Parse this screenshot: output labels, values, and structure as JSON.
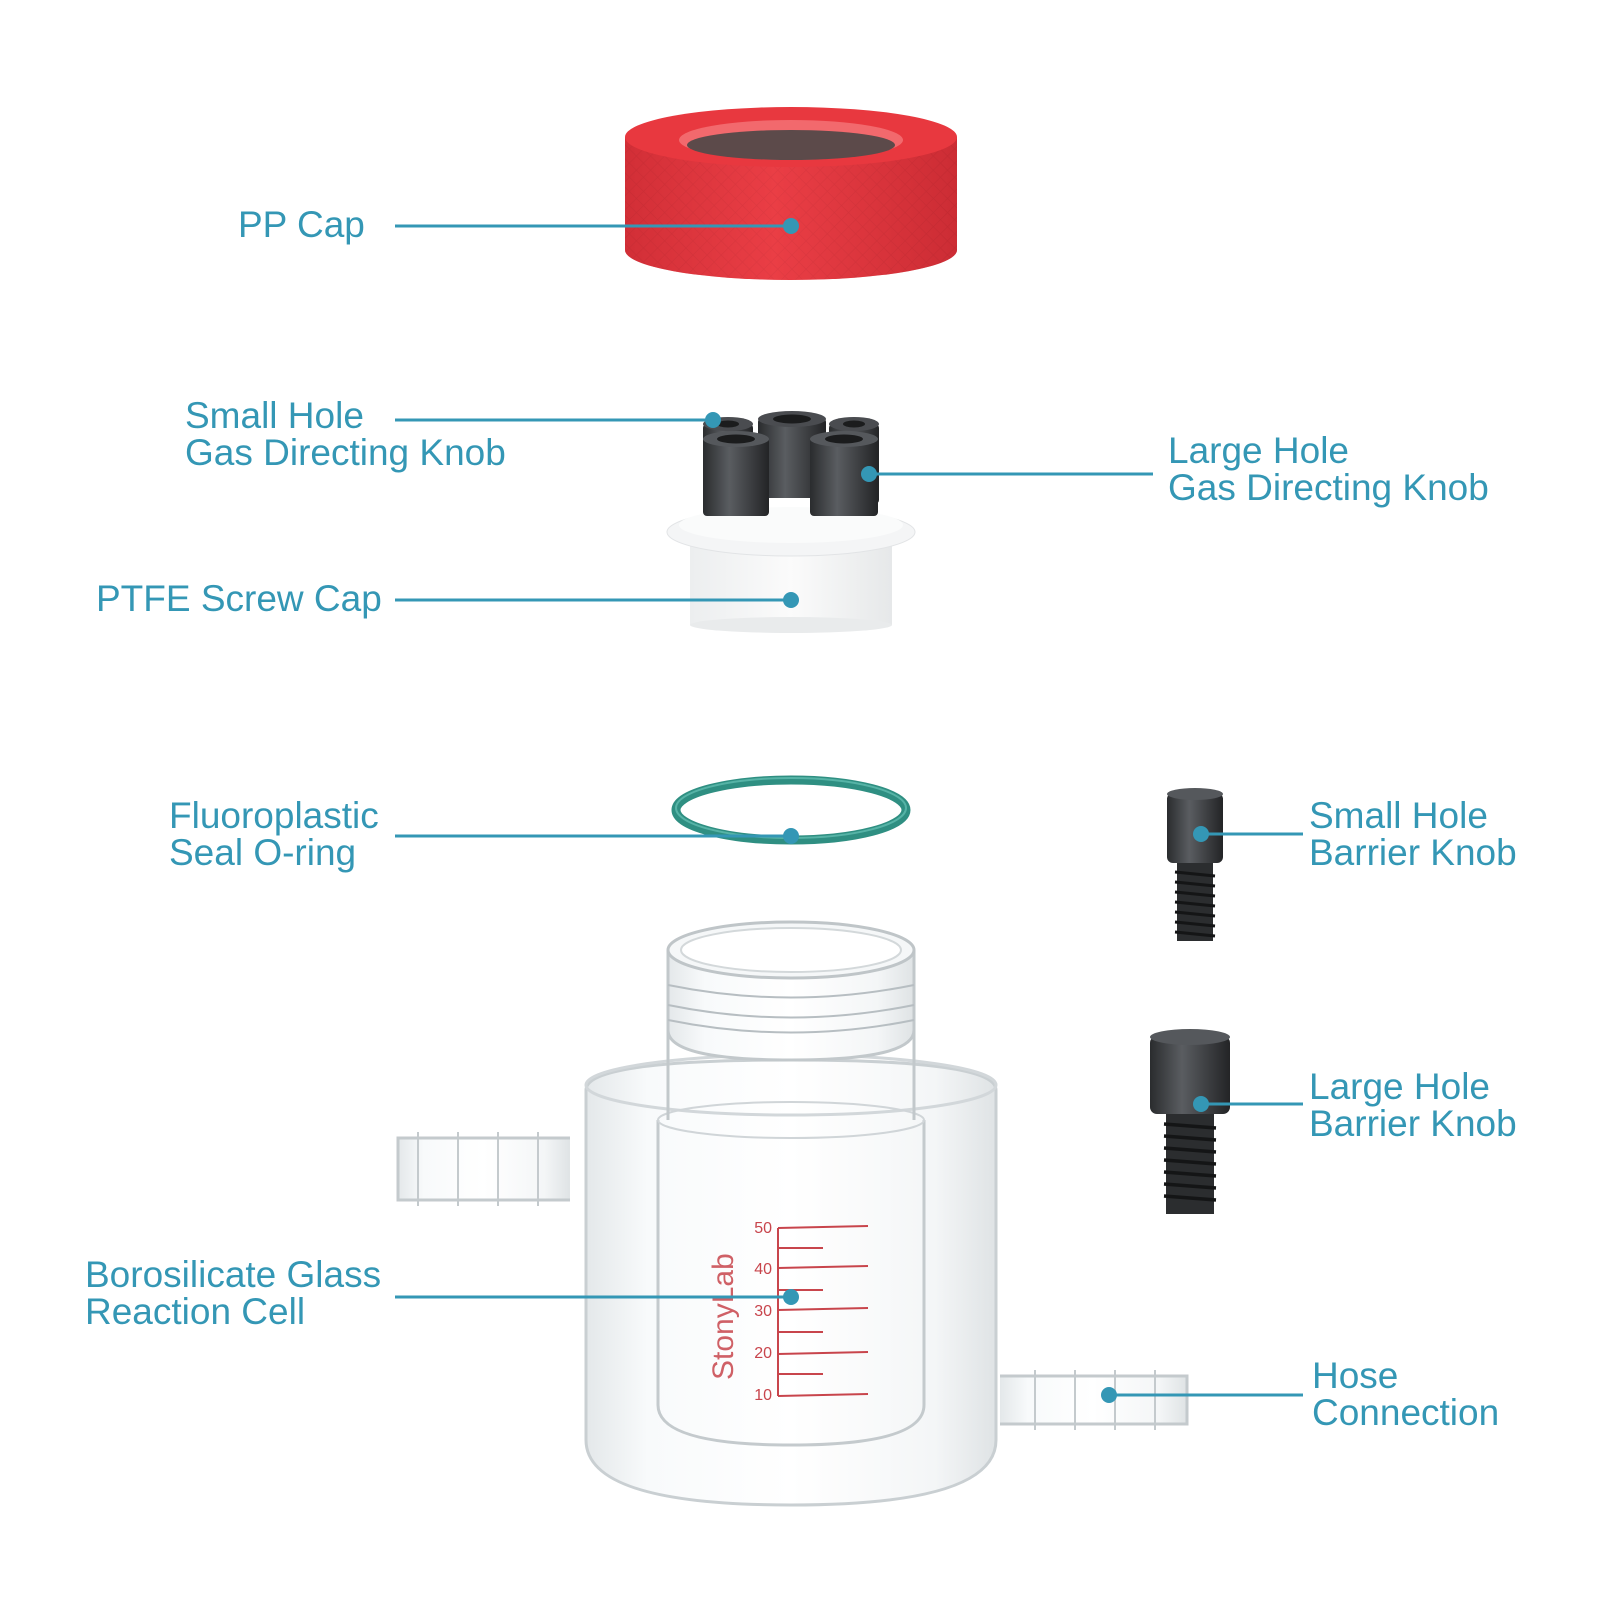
{
  "colors": {
    "callout": "#3497b5",
    "pp_cap": "#e2343c",
    "knob": "#3b3d40",
    "oring": "#2f8f82",
    "graduation": "#c8454c",
    "brand": "#c8454c"
  },
  "labels": {
    "pp_cap": [
      "PP Cap"
    ],
    "small_hole_gas_knob": [
      "Small Hole",
      "Gas Directing Knob"
    ],
    "large_hole_gas_knob": [
      "Large Hole",
      "Gas Directing Knob"
    ],
    "ptfe_screw_cap": [
      "PTFE Screw Cap"
    ],
    "seal_oring": [
      "Fluoroplastic",
      "Seal O-ring"
    ],
    "small_hole_barrier_knob": [
      "Small Hole",
      "Barrier Knob"
    ],
    "large_hole_barrier_knob": [
      "Large Hole",
      "Barrier Knob"
    ],
    "reaction_cell": [
      "Borosilicate Glass",
      "Reaction Cell"
    ],
    "hose_connection": [
      "Hose",
      "Connection"
    ]
  },
  "glass": {
    "brand": "StonyLab",
    "graduations": [
      "50",
      "40",
      "30",
      "20",
      "10"
    ]
  }
}
